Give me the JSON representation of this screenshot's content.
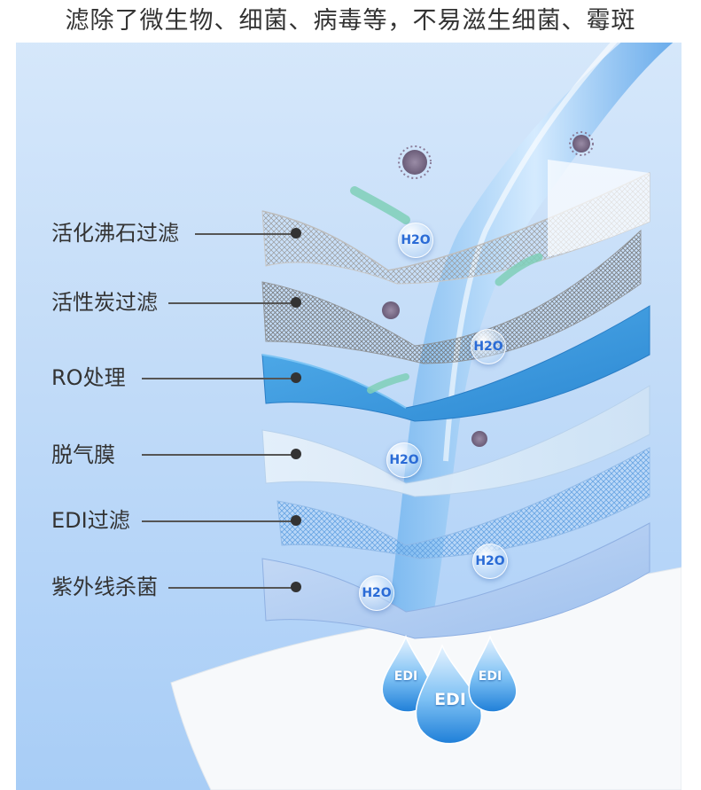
{
  "headline": "滤除了微生物、细菌、病毒等，不易滋生细菌、霉斑",
  "layers": [
    {
      "label": "活化沸石过滤"
    },
    {
      "label": "活性炭过滤"
    },
    {
      "label": "RO处理"
    },
    {
      "label": "脱气膜"
    },
    {
      "label": "EDI过滤"
    },
    {
      "label": "紫外线杀菌"
    }
  ],
  "molecules": [
    {
      "label": "H2O"
    },
    {
      "label": "H2O"
    },
    {
      "label": "H2O"
    },
    {
      "label": "H2O"
    },
    {
      "label": "H2O"
    }
  ],
  "drops": [
    {
      "label": "EDI"
    },
    {
      "label": "EDI"
    },
    {
      "label": "EDI"
    }
  ],
  "colors": {
    "background_top": "#d8e9fb",
    "background_bottom": "#a8cdf6",
    "ro_layer": "#3d9ee0",
    "label_text": "#333333"
  }
}
